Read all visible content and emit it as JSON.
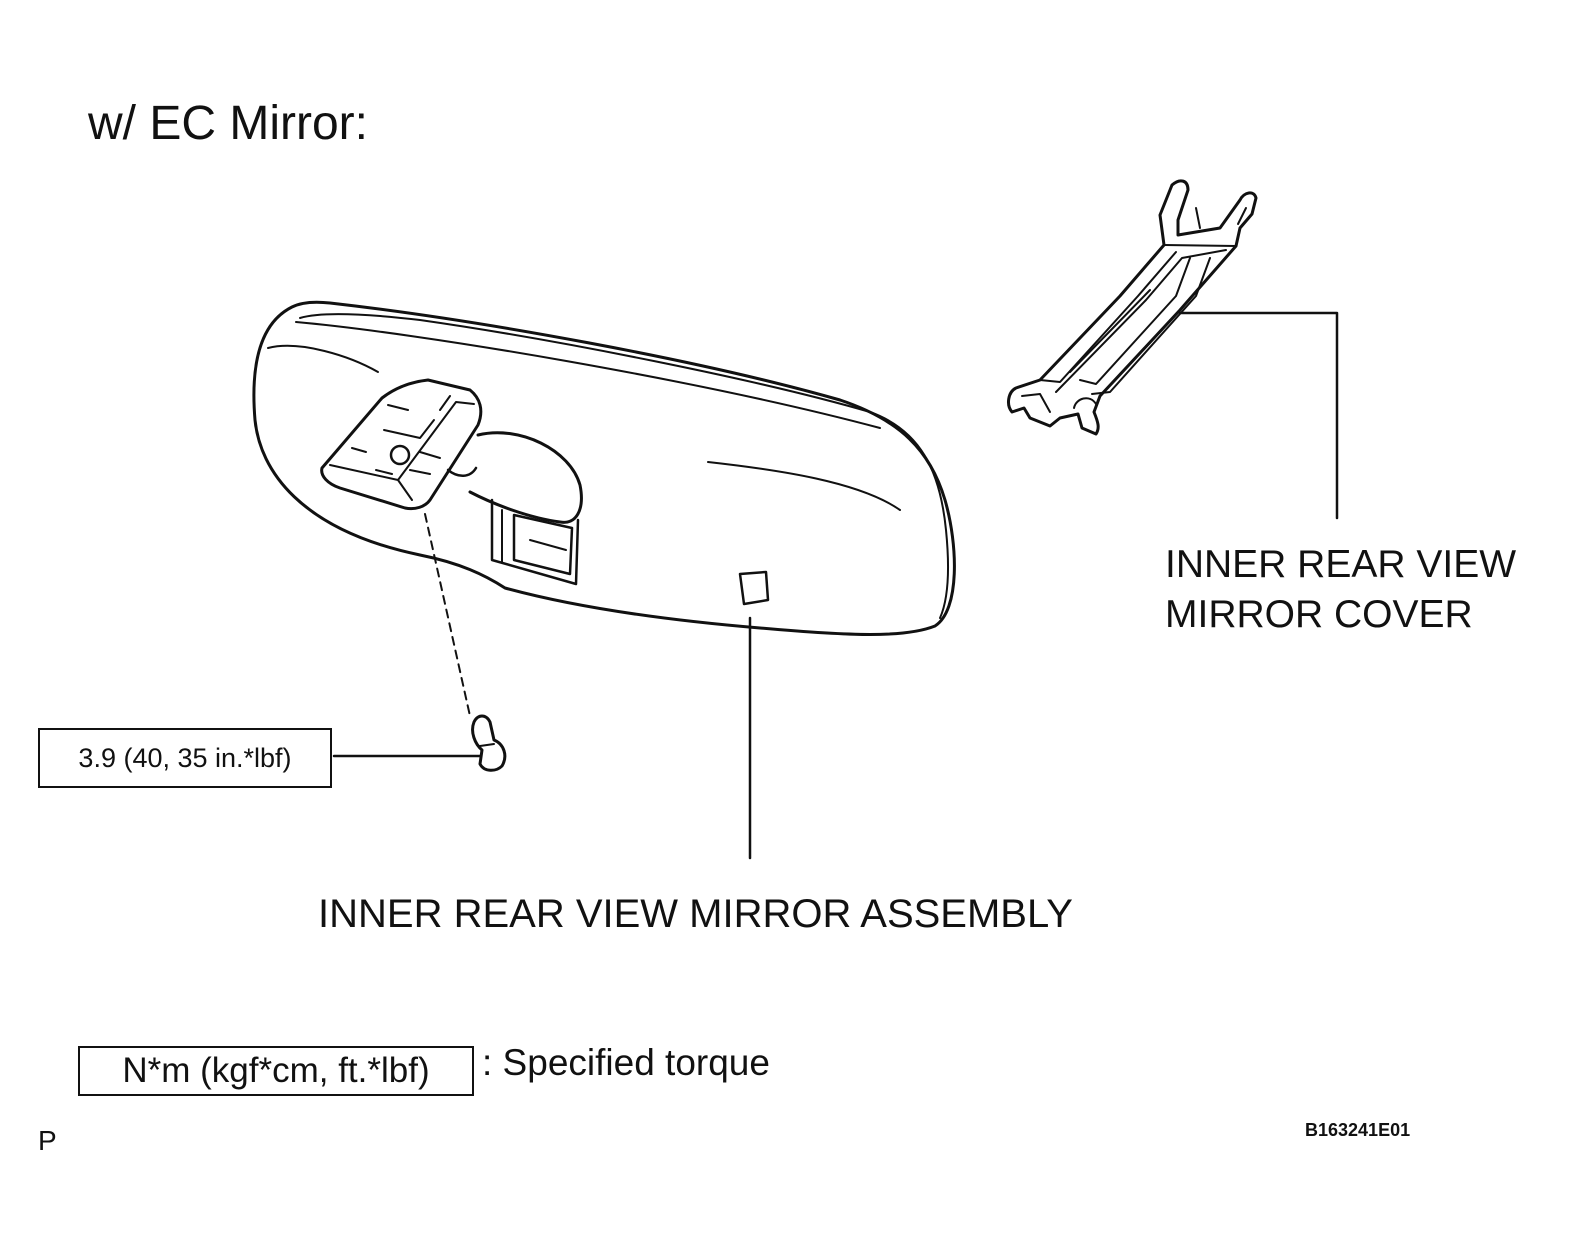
{
  "heading": "w/ EC Mirror:",
  "parts": {
    "cover": {
      "line1": "INNER REAR VIEW",
      "line2": "MIRROR COVER"
    },
    "assembly": "INNER REAR VIEW MIRROR ASSEMBLY"
  },
  "torque_spec": "3.9 (40, 35 in.*lbf)",
  "legend": {
    "box": "N*m (kgf*cm, ft.*lbf)",
    "text": ": Specified torque"
  },
  "footer": {
    "page_letter": "P",
    "figure_code": "B163241E01"
  },
  "colors": {
    "ink": "#111111",
    "background": "#ffffff"
  }
}
